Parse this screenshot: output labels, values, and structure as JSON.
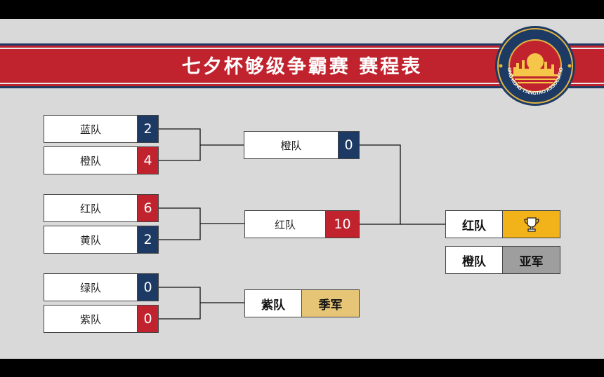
{
  "title": "七夕杯够级争霸赛 赛程表",
  "colors": {
    "banner": "#c0232e",
    "navy": "#1d3a64",
    "gold": "#f1b21a",
    "silver": "#9e9e9e",
    "bronze": "#e6c577"
  },
  "round1": [
    {
      "team": "蓝队",
      "score": "2"
    },
    {
      "team": "橙队",
      "score": "4"
    },
    {
      "team": "红队",
      "score": "6"
    },
    {
      "team": "黄队",
      "score": "2"
    },
    {
      "team": "绿队",
      "score": "0"
    },
    {
      "team": "紫队",
      "score": "0"
    }
  ],
  "round2": [
    {
      "team": "橙队",
      "score": "0"
    },
    {
      "team": "红队",
      "score": "10"
    }
  ],
  "third_place": {
    "team": "紫队",
    "label": "季军"
  },
  "champion": {
    "team": "红队",
    "icon": "trophy-icon"
  },
  "runner_up": {
    "team": "橙队",
    "label": "亚军"
  },
  "seal": {
    "icon": "association-seal-icon",
    "text": "HONG KONG TSINGTAO ASSOCIATION"
  }
}
